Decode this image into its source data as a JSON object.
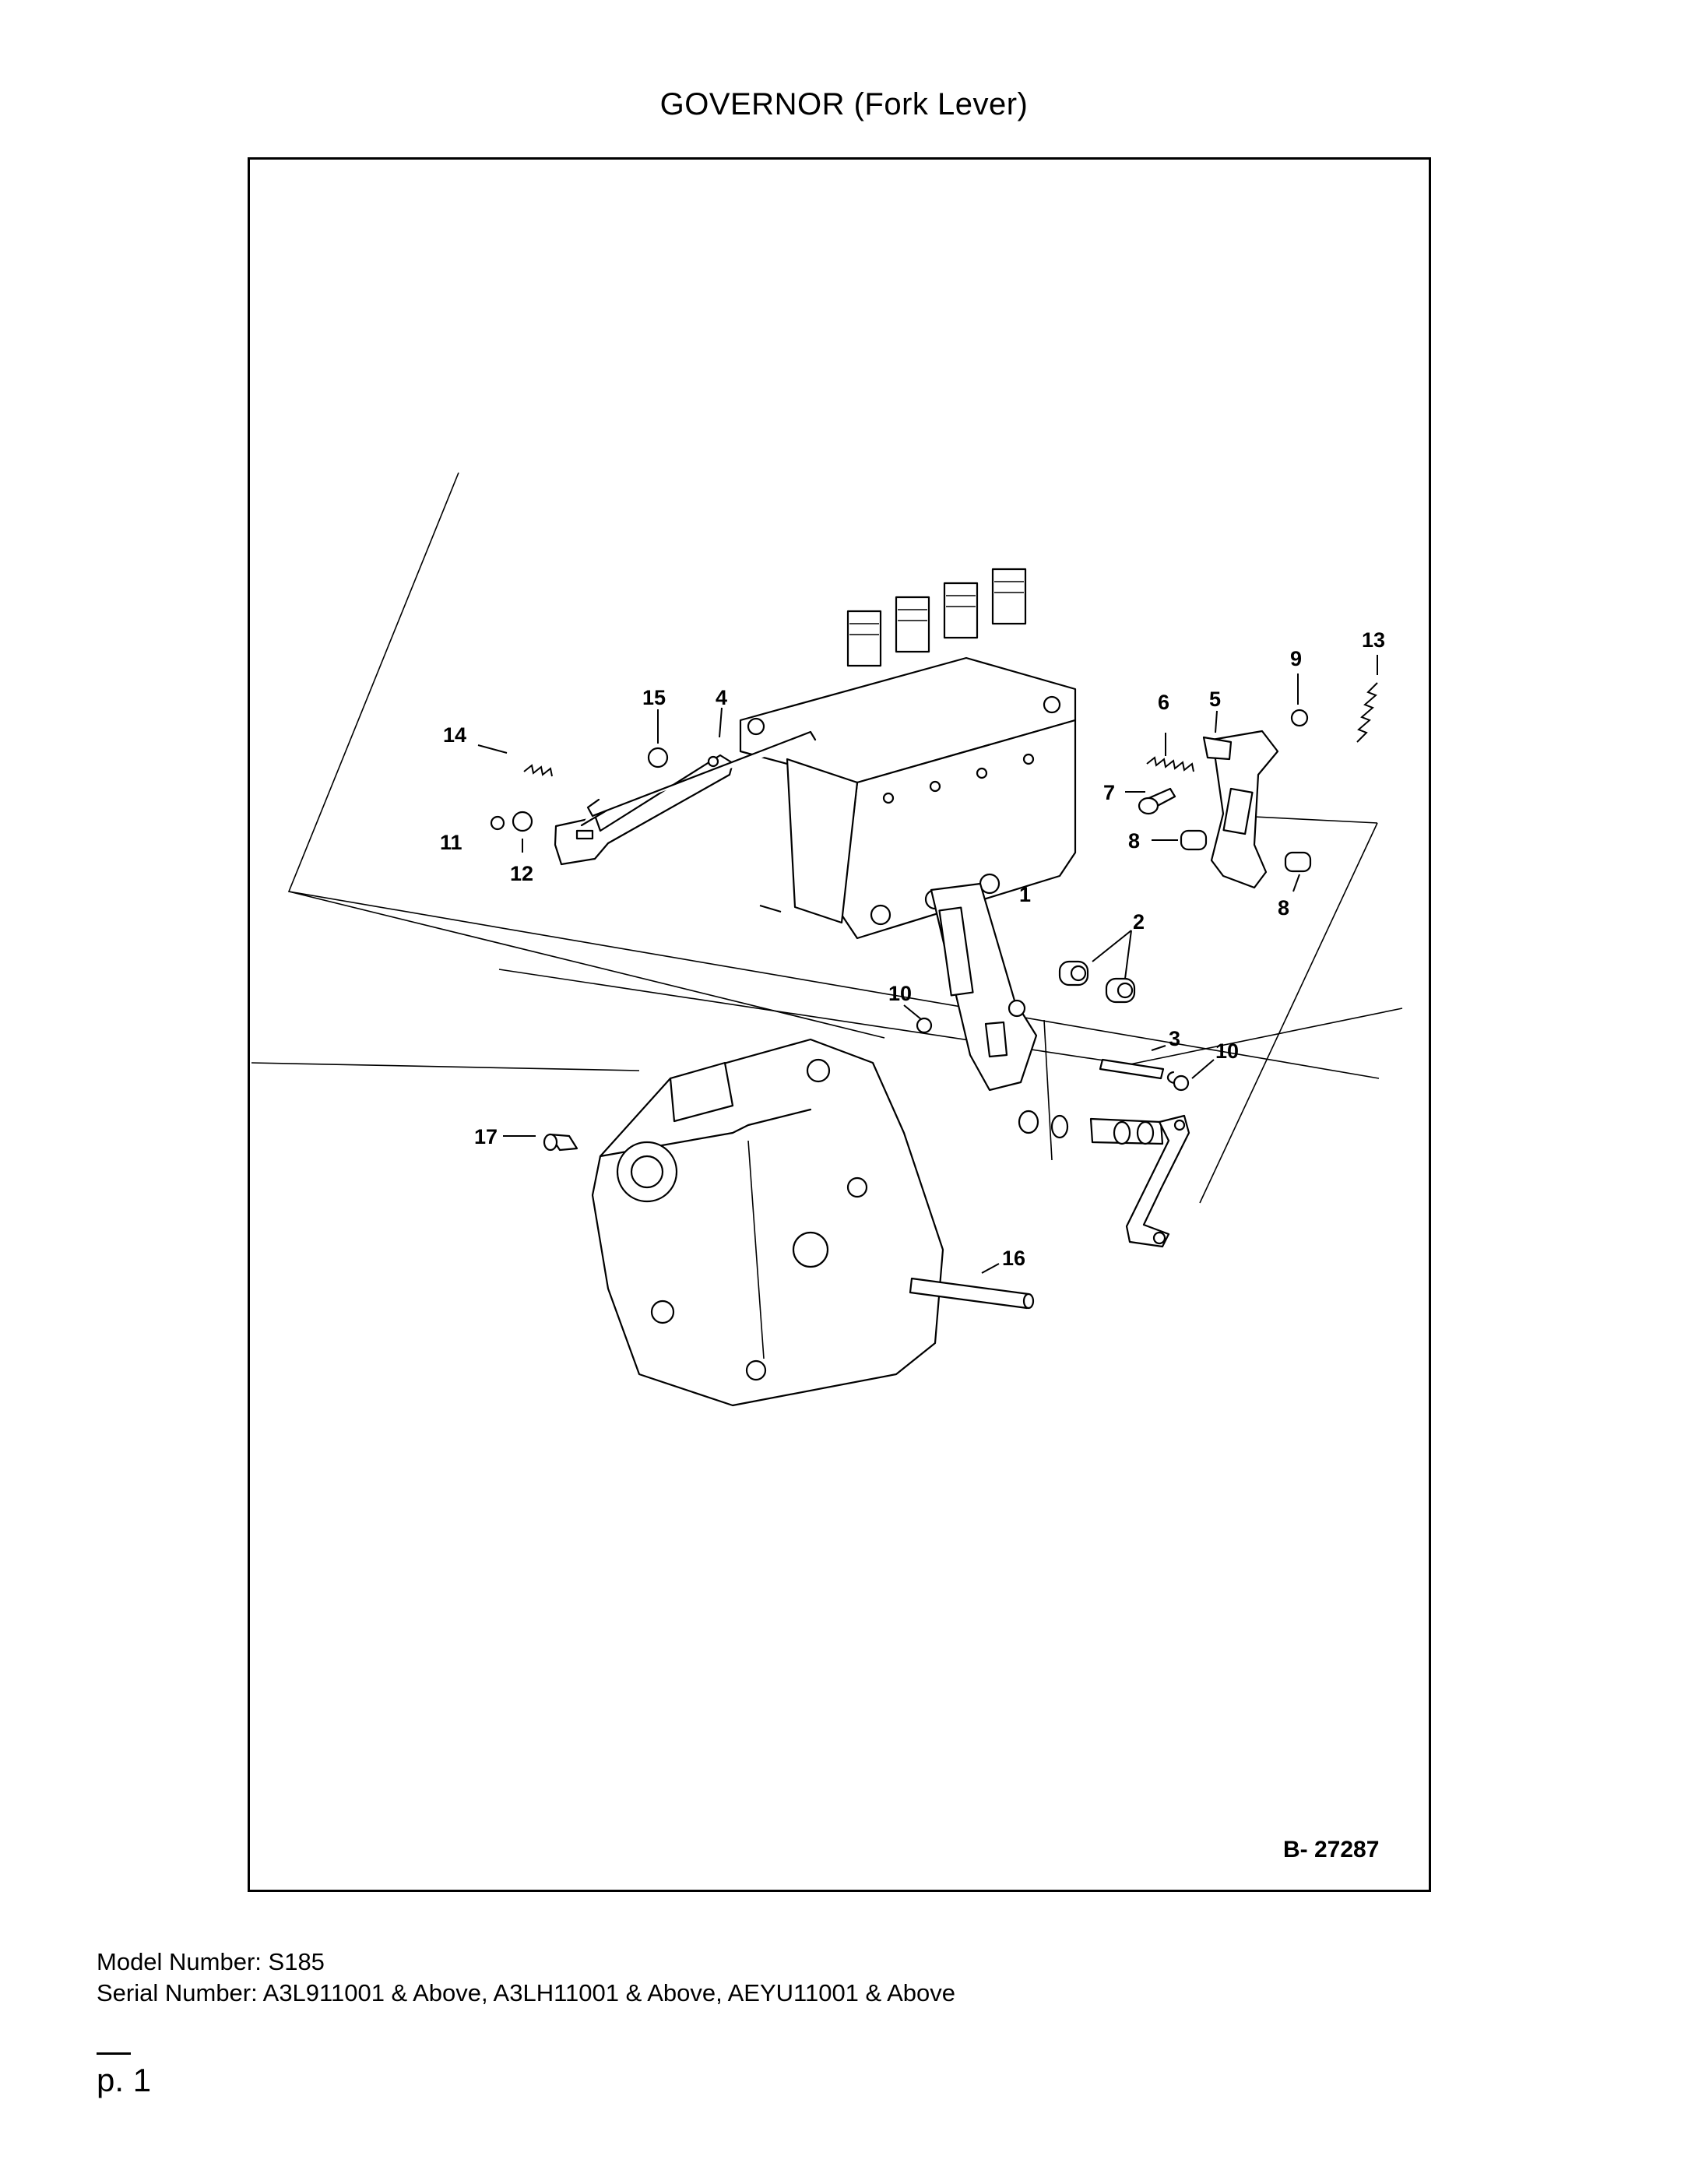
{
  "title": "GOVERNOR (Fork Lever)",
  "diagram": {
    "reference": "B- 27287",
    "callouts": [
      "1",
      "2",
      "3",
      "4",
      "5",
      "6",
      "7",
      "8",
      "8",
      "9",
      "10",
      "10",
      "11",
      "12",
      "13",
      "14",
      "15",
      "16",
      "17"
    ]
  },
  "footer": {
    "model_line": "Model Number: S185",
    "serial_line": "Serial Number: A3L911001 & Above, A3LH11001 & Above, AEYU11001 & Above"
  },
  "page_label": "p. 1"
}
